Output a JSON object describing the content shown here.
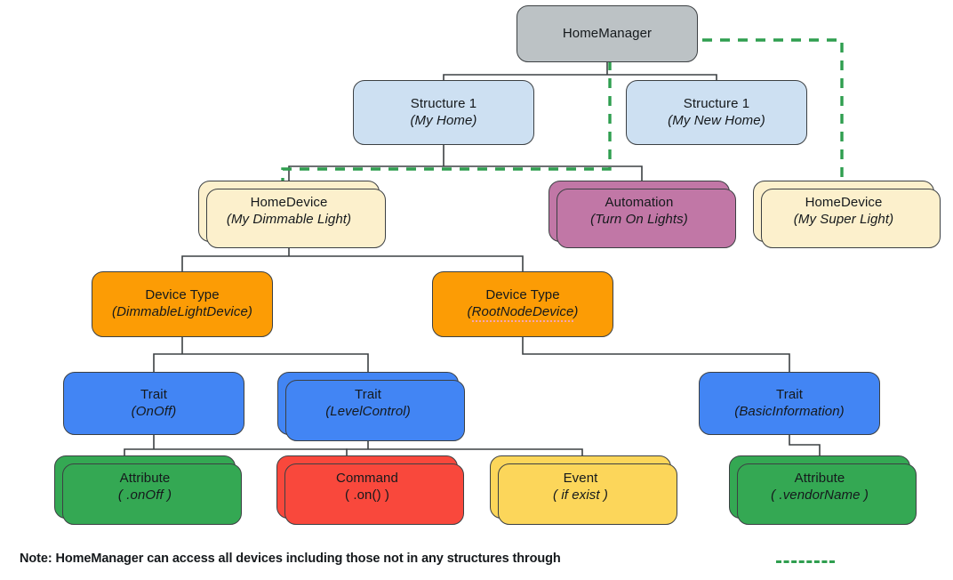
{
  "diagram": {
    "title": "Google Home device model hierarchy",
    "colors": {
      "home_manager": "#bcc2c5",
      "structure": "#cde0f2",
      "home_device": "#fcf0cc",
      "automation": "#c177a6",
      "device_type": "#fc9c05",
      "trait": "#4285f4",
      "attribute": "#34a853",
      "command": "#f9483c",
      "event": "#fcd65a",
      "edge": "#3c4043",
      "dashed_edge": "#2f9e4f"
    },
    "nodes": [
      {
        "id": "home-manager",
        "type": "HomeManager",
        "line1": "HomeManager",
        "line2": ""
      },
      {
        "id": "structure-my-home",
        "type": "Structure",
        "line1": "Structure 1",
        "line2": "(My Home)"
      },
      {
        "id": "structure-my-new-home",
        "type": "Structure",
        "line1": "Structure 1",
        "line2": "(My New Home)"
      },
      {
        "id": "home-device-dimmable",
        "type": "HomeDevice",
        "line1": "HomeDevice",
        "line2": "(My Dimmable Light)"
      },
      {
        "id": "automation-turn-on-lights",
        "type": "Automation",
        "line1": "Automation",
        "line2": "(Turn On Lights)"
      },
      {
        "id": "home-device-super",
        "type": "HomeDevice",
        "line1": "HomeDevice",
        "line2": "(My Super Light)"
      },
      {
        "id": "device-type-dimmable-light",
        "type": "DeviceType",
        "line1": "Device Type",
        "line2": "(DimmableLightDevice)"
      },
      {
        "id": "device-type-root-node",
        "type": "DeviceType",
        "line1": "Device Type",
        "line2": "(RootNodeDevice)"
      },
      {
        "id": "trait-onoff",
        "type": "Trait",
        "line1": "Trait",
        "line2": "(OnOff)"
      },
      {
        "id": "trait-levelcontrol",
        "type": "Trait",
        "line1": "Trait",
        "line2": "(LevelControl)"
      },
      {
        "id": "trait-basicinformation",
        "type": "Trait",
        "line1": "Trait",
        "line2": "(BasicInformation)"
      },
      {
        "id": "attribute-onoff",
        "type": "Attribute",
        "line1": "Attribute",
        "line2": "( .onOff )"
      },
      {
        "id": "command-on",
        "type": "Command",
        "line1": "Command",
        "line2": "( .on() )"
      },
      {
        "id": "event-if-exist",
        "type": "Event",
        "line1": "Event",
        "line2": "( if exist )"
      },
      {
        "id": "attribute-vendorname",
        "type": "Attribute",
        "line1": "Attribute",
        "line2": "( .vendorName )"
      }
    ],
    "labels": {
      "home_manager": "HomeManager",
      "structure_1_a": "Structure 1",
      "structure_1_a_name": "(My Home)",
      "structure_1_b": "Structure 1",
      "structure_1_b_name": "(My New Home)",
      "home_device_a": "HomeDevice",
      "home_device_a_name": "(My Dimmable Light)",
      "automation": "Automation",
      "automation_name": "(Turn On Lights)",
      "home_device_b": "HomeDevice",
      "home_device_b_name": "(My Super Light)",
      "device_type_a": "Device Type",
      "device_type_a_name": "(DimmableLightDevice)",
      "device_type_b": "Device Type",
      "device_type_b_name_open": "(",
      "device_type_b_name_word": "RootNodeDevice",
      "device_type_b_name_close": ")",
      "trait_a": "Trait",
      "trait_a_name": "(OnOff)",
      "trait_b": "Trait",
      "trait_b_name": "(LevelControl)",
      "trait_c": "Trait",
      "trait_c_name": "(BasicInformation)",
      "attribute_a": "Attribute",
      "attribute_a_name": "( .onOff )",
      "command": "Command",
      "command_name": "( .on() )",
      "event": "Event",
      "event_name": "( if exist )",
      "attribute_b": "Attribute",
      "attribute_b_name": "( .vendorName )"
    },
    "note": {
      "text": "Note: HomeManager can access all devices including those not in any structures through"
    }
  }
}
